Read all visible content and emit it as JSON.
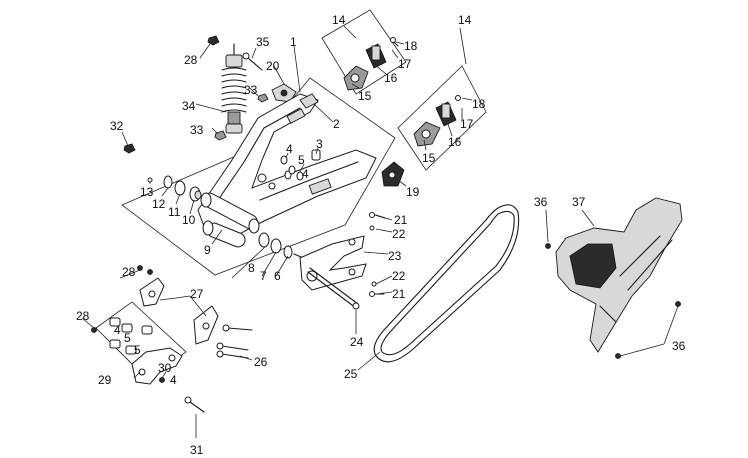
{
  "diagram": {
    "callouts": {
      "c1": "1",
      "c2": "2",
      "c3": "3",
      "c4a": "4",
      "c4b": "4",
      "c4c": "4",
      "c4d": "4",
      "c5a": "5",
      "c5b": "5",
      "c5c": "5",
      "c6": "6",
      "c7": "7",
      "c8": "8",
      "c9": "9",
      "c10": "10",
      "c11": "11",
      "c12": "12",
      "c13": "13",
      "c14a": "14",
      "c14b": "14",
      "c15a": "15",
      "c15b": "15",
      "c16a": "16",
      "c16b": "16",
      "c17a": "17",
      "c17b": "17",
      "c18a": "18",
      "c18b": "18",
      "c19": "19",
      "c20": "20",
      "c21a": "21",
      "c21b": "21",
      "c22a": "22",
      "c22b": "22",
      "c23": "23",
      "c24": "24",
      "c25": "25",
      "c26": "26",
      "c27": "27",
      "c28a": "28",
      "c28b": "28",
      "c28c": "28",
      "c29": "29",
      "c30": "30",
      "c31": "31",
      "c32": "32",
      "c33a": "33",
      "c33b": "33",
      "c34": "34",
      "c35": "35",
      "c36a": "36",
      "c36b": "36",
      "c37": "37"
    }
  }
}
